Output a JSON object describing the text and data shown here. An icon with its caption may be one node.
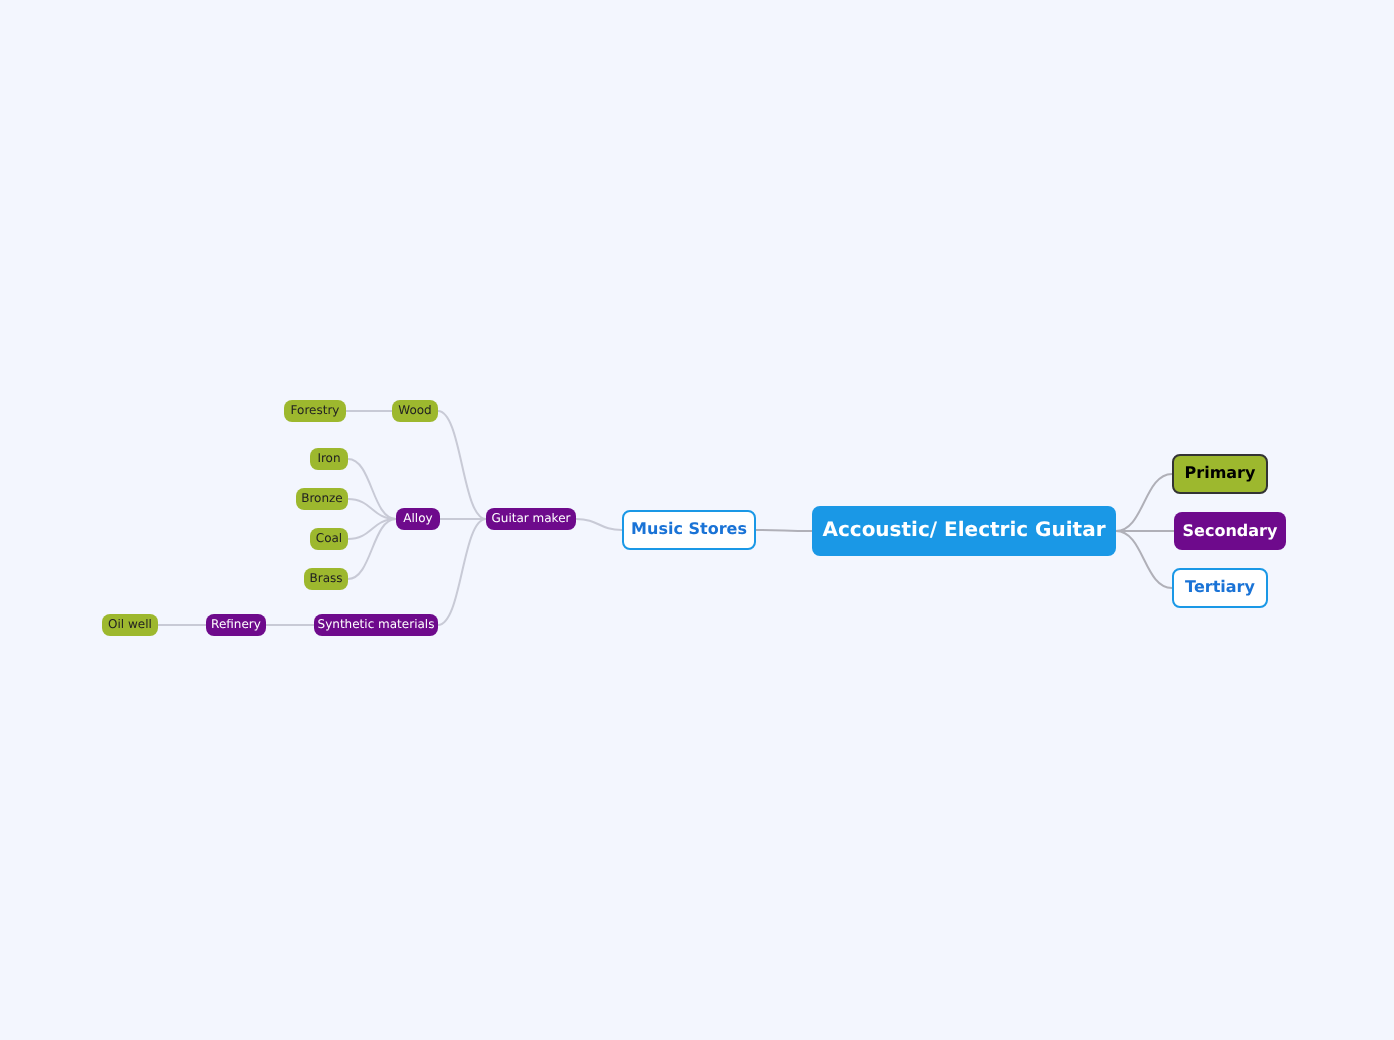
{
  "diagram": {
    "nodes": [
      {
        "text": [
          "Accoustic/ Electric Guitar"
        ]
      },
      {
        "text": [
          "Primary"
        ]
      },
      {
        "text": [
          "Secondary"
        ]
      },
      {
        "text": [
          "Tertiary"
        ]
      },
      {
        "text": [
          "Music Stores"
        ]
      },
      {
        "text": [
          "Guitar maker"
        ]
      },
      {
        "text": [
          "Wood"
        ]
      },
      {
        "text": [
          "Forestry"
        ]
      },
      {
        "text": [
          "Alloy"
        ]
      },
      {
        "text": [
          "Iron"
        ]
      },
      {
        "text": [
          "Bronze"
        ]
      },
      {
        "text": [
          "Coal"
        ]
      },
      {
        "text": [
          "Brass"
        ]
      },
      {
        "text": [
          "Synthetic materials"
        ]
      },
      {
        "text": [
          "Refinery"
        ]
      },
      {
        "text": [
          "Oil well"
        ]
      }
    ],
    "edges": [
      {
        "from": 0,
        "to": 1,
        "arrow": "none"
      },
      {
        "from": 0,
        "to": 2,
        "arrow": "none"
      },
      {
        "from": 0,
        "to": 3,
        "arrow": "none"
      },
      {
        "from": 0,
        "to": 4,
        "arrow": "none"
      },
      {
        "from": 4,
        "to": 5,
        "arrow": "none"
      },
      {
        "from": 5,
        "to": 6,
        "arrow": "none"
      },
      {
        "from": 6,
        "to": 7,
        "arrow": "none"
      },
      {
        "from": 5,
        "to": 8,
        "arrow": "none"
      },
      {
        "from": 8,
        "to": 9,
        "arrow": "none"
      },
      {
        "from": 8,
        "to": 10,
        "arrow": "none"
      },
      {
        "from": 8,
        "to": 11,
        "arrow": "none"
      },
      {
        "from": 8,
        "to": 12,
        "arrow": "none"
      },
      {
        "from": 5,
        "to": 13,
        "arrow": "none"
      },
      {
        "from": 13,
        "to": 14,
        "arrow": "none"
      },
      {
        "from": 14,
        "to": 15,
        "arrow": "none"
      }
    ]
  }
}
